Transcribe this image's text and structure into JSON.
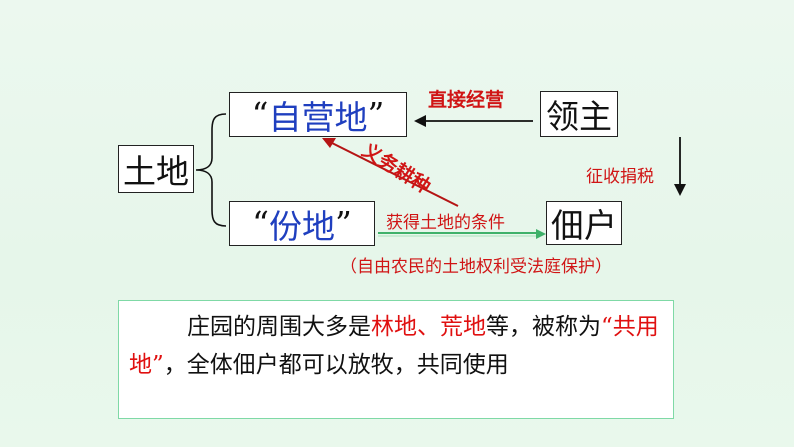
{
  "nodes": {
    "land": "土地",
    "demesne_quote_open": "“",
    "demesne": "自营地",
    "demesne_quote_close": "”",
    "share_quote_open": "“",
    "share": "份地",
    "share_quote_close": "”",
    "lord": "领主",
    "tenant": "佃户"
  },
  "edges": {
    "direct_manage": "直接经营",
    "levy_tax": "征收捐税",
    "obligatory_farming": "义务耕种",
    "land_condition": "获得土地的条件",
    "rights_note": "（自由农民的土地权利受法庭保护）"
  },
  "paragraph": {
    "part1": "庄园的周围大多是",
    "forest": "林地",
    "sep": "、",
    "waste": "荒地",
    "part2": "等，被称为",
    "common_land": "“共用地”",
    "part3": "，全体佃户都可以放牧，共同使用"
  },
  "colors": {
    "label_red": "#d01515",
    "node_blue": "#1f3fbf",
    "arrow_green": "#3fb16a",
    "panel_border": "#7fd9a6",
    "background": "#e8f7eb"
  }
}
